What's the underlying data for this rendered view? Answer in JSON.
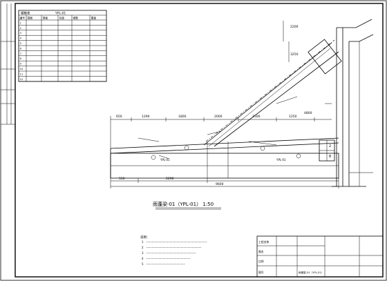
{
  "drawing": {
    "title": "雨蓬梁-01（YPL-01） 1:50",
    "beam_label": "YPL-01"
  },
  "schedule": {
    "header": [
      "钢筋表",
      "YPL-01"
    ],
    "columns": [
      "编号",
      "简图",
      "规格",
      "长度",
      "根数",
      "重量"
    ],
    "rows": [
      [
        "1",
        "",
        "",
        "",
        "",
        ""
      ],
      [
        "2",
        "",
        "",
        "",
        "",
        ""
      ],
      [
        "3",
        "",
        "",
        "",
        "",
        ""
      ],
      [
        "4",
        "",
        "",
        "",
        "",
        ""
      ],
      [
        "5",
        "",
        "",
        "",
        "",
        ""
      ],
      [
        "6",
        "",
        "",
        "",
        "",
        ""
      ],
      [
        "7",
        "",
        "",
        "",
        "",
        ""
      ],
      [
        "8",
        "",
        "",
        "",
        "",
        ""
      ],
      [
        "9",
        "",
        "",
        "",
        "",
        ""
      ],
      [
        "10",
        "",
        "",
        "",
        "",
        ""
      ],
      [
        "11",
        "",
        "",
        "",
        "",
        ""
      ],
      [
        "12",
        "",
        "",
        "",
        "",
        ""
      ]
    ]
  },
  "dimensions": {
    "d_1290": "1290",
    "d_2290": "2290",
    "d_4800": "4800",
    "d_2000": "2000",
    "d_1800": "1800",
    "d_1500": "1500",
    "d_9600": "9600",
    "d_2200": "2200",
    "d_1250": "1250",
    "d_3250": "3250",
    "d_650": "650",
    "d_550": "550"
  },
  "notes": {
    "heading": "说明：",
    "items": [
      "1",
      "2",
      "3",
      "4",
      "5"
    ]
  },
  "title_block": {
    "project_label": "工程名称",
    "drawing_label": "图名",
    "scale_label": "比例",
    "sheet_label": "图号",
    "drawing_name": "雨蓬梁-01（YPL-01）"
  }
}
